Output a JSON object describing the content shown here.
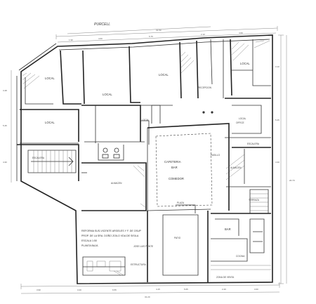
{
  "plan": {
    "street_label": "PURCELL",
    "rooms": {
      "local_1": "LOCAL",
      "local_2": "LOCAL",
      "local_3": "LOCAL",
      "local_4": "LOCAL",
      "local_5": "LOCAL",
      "local_6": "LOCAL",
      "escalera": "ESCALERA",
      "recepcion": "RECEPCION",
      "cafeteria": "CAFETERIA",
      "bar": "BAR",
      "comedor": "COMEDOR",
      "almacen_1": "ALMACEN",
      "almacen_2": "ALMACEN",
      "office": "OFFICE",
      "bar_2": "BAR",
      "terraza": "TERRAZA",
      "plaza": "PLAZA",
      "escalera_2": "ESCALERA",
      "patio": "PATIO",
      "local_small": "LOCAL",
      "zona_venta": "ZONA DE VENTA",
      "cocina": "COCINA",
      "pasillo": "PASILLO"
    },
    "title_block": {
      "line1": "REFORMA  SUS-VICENTE  ARGELES  Y  F. DE  OSUP",
      "line2": "PROP. DE LA  SRA.  DOÑO ZOILO  VDA DE SISILA",
      "line3": "ESCALA 1:50",
      "line4": "PLANTA BAJA"
    },
    "side_note": "JOSE LUIS  PONTE",
    "bottom_note": "ESTRUCTURA",
    "dimensions": {
      "top_total": "31.50",
      "top_a": "1.90",
      "top_b": "4.60",
      "top_c": "5.75",
      "top_d": "2.10",
      "top_e": "4.60",
      "right_total": "20.70",
      "right_a": "3.10",
      "right_b": "5.25",
      "right_c": "4.30",
      "left_a": "3.48",
      "left_b": "5.45",
      "left_c": "4.30",
      "bottom_a": "3.90",
      "bottom_b": "3.20",
      "bottom_c": "6.55",
      "bottom_d": "4.15",
      "bottom_e": "5.65",
      "bottom_f": "2.40",
      "bottom_g": "3.60",
      "bottom_total": "31.20"
    }
  }
}
